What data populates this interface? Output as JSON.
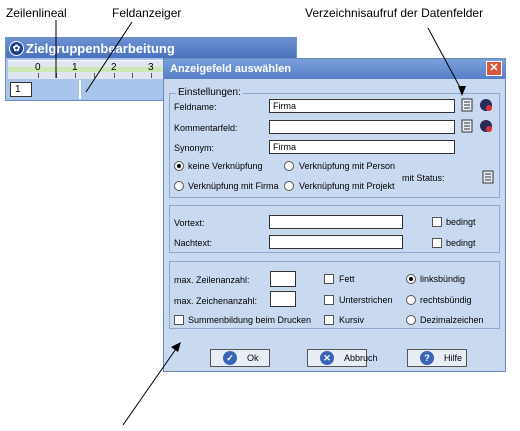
{
  "annotations": {
    "zeilenlineal": "Zeilenlineal",
    "feldanzeiger": "Feldanzeiger",
    "verzeichnis": "Verzeichnisaufruf der Datenfelder"
  },
  "back_window": {
    "title": "Zielgruppenbearbeitung",
    "ruler_numbers": [
      "0",
      "1",
      "2",
      "3"
    ],
    "line_number": "1"
  },
  "dialog": {
    "title": "Anzeigefeld auswählen",
    "close_glyph": "✕",
    "settings_legend": "Einstellungen:",
    "feldname_label": "Feldname:",
    "feldname_value": "Firma",
    "kommentarfeld_label": "Kommentarfeld:",
    "kommentarfeld_value": "",
    "synonym_label": "Synonym:",
    "synonym_value": "Firma",
    "radio_keine": "keine Verknüpfung",
    "radio_person": "Verknüpfung mit Person",
    "radio_firma": "Verknüpfung mit Firma",
    "radio_projekt": "Verknüpfung mit Projekt",
    "status_label": "mit Status:",
    "vortext_label": "Vortext:",
    "nachtext_label": "Nachtext:",
    "bedingt_1": "bedingt",
    "bedingt_2": "bedingt",
    "zeilen_label": "max. Zeilenanzahl:",
    "zeichen_label": "max. Zeichenanzahl:",
    "summen_label": "Summenbildung beim Drucken",
    "fett_label": "Fett",
    "unterstrichen_label": "Unterstrichen",
    "kursiv_label": "Kursiv",
    "links_label": "linksbündig",
    "rechts_label": "rechtsbündig",
    "dezimal_label": "Dezimalzeichen",
    "ok_label": "Ok",
    "abbruch_label": "Abbruch",
    "hilfe_label": "Hilfe"
  }
}
